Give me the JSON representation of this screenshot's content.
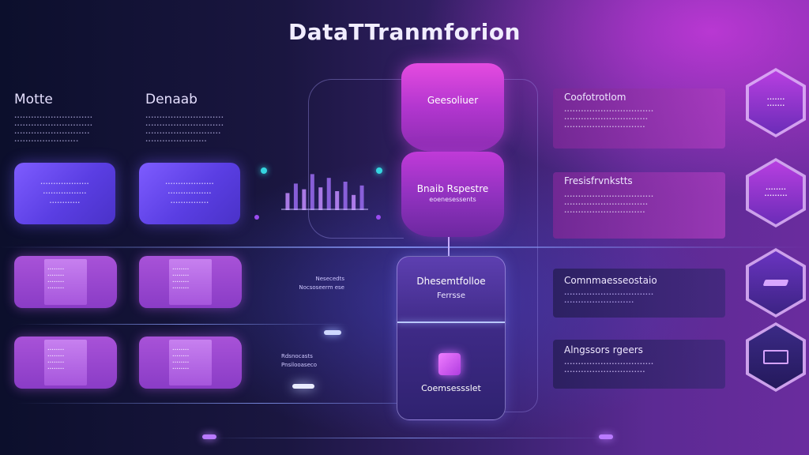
{
  "title": "DataTTranmforion",
  "left_columns": [
    {
      "heading": "Motte",
      "lines": [
        "••••••••••••••••••••••••••••",
        "••••••••••••••••••••••••••••",
        "•••••••••••••••••••••••••••",
        "•••••••••••••••••••••••"
      ]
    },
    {
      "heading": "Denaab",
      "lines": [
        "••••••••••••••••••••••••••••",
        "••••••••••••••••••••••••••••",
        "•••••••••••••••••••••••••••",
        "••••••••••••••••••••••"
      ]
    }
  ],
  "blue_cards": [
    {
      "lines": [
        "•••••••••••••••••••",
        "•••••••••••••••••",
        "••••••••••••"
      ]
    },
    {
      "lines": [
        "•••••••••••••••••••",
        "•••••••••••••••••",
        "•••••••••••••••"
      ]
    }
  ],
  "center": {
    "top_cylinder": "Geesoliuer",
    "mid_cylinder_title": "Bnaib Rspestre",
    "mid_cylinder_sub": "eoenesessents",
    "box_title": "Dhesemtfolloe",
    "box_sub": "Ferrsse",
    "box_bottom": "Coemsessslet",
    "small_label_1_a": "Nesecedts",
    "small_label_1_b": "Nocsoseerm ese",
    "small_label_2_a": "Rdsnocasts",
    "small_label_2_b": "Pnsilooaseco"
  },
  "right_cards": [
    {
      "title": "Coofotrotlom",
      "lines": [
        "••••••••••••••••••••••••••••••••",
        "••••••••••••••••••••••••••••••",
        "•••••••••••••••••••••••••••••"
      ]
    },
    {
      "title": "Fresisfrvnkstts",
      "lines": [
        "••••••••••••••••••••••••••••••••",
        "••••••••••••••••••••••••••••••",
        "•••••••••••••••••••••••••••••"
      ]
    },
    {
      "title": "Comnmaesseostaio",
      "lines": [
        "••••••••••••••••••••••••••••••••",
        "•••••••••••••••••••••••••"
      ]
    },
    {
      "title": "Alngssors rgeers",
      "lines": [
        "••••••••••••••••••••••••••••••••",
        "•••••••••••••••••••••••••••••"
      ]
    }
  ],
  "hexagons": [
    {
      "lines": [
        "•••••••",
        "•••••••"
      ]
    },
    {
      "lines": [
        "••••••••",
        "•••••••••"
      ]
    }
  ],
  "equalizer_levels": [
    0.45,
    0.7,
    0.55,
    0.95,
    0.6,
    0.85,
    0.5,
    0.75,
    0.4,
    0.65
  ],
  "colors": {
    "accent_purple": "#b73fe0",
    "accent_blue": "#5a3ee3",
    "teal_dot": "#35d6e0"
  }
}
